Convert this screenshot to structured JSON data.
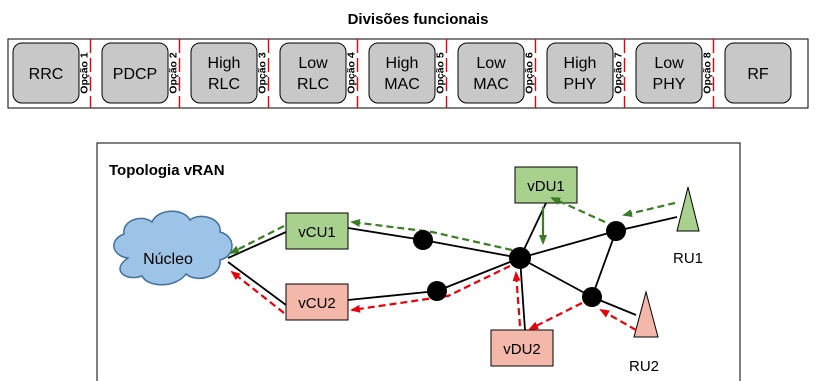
{
  "title": "Divisões funcionais",
  "blocks": [
    {
      "lines": [
        "RRC"
      ]
    },
    {
      "lines": [
        "PDCP"
      ]
    },
    {
      "lines": [
        "High",
        "RLC"
      ]
    },
    {
      "lines": [
        "Low",
        "RLC"
      ]
    },
    {
      "lines": [
        "High",
        "MAC"
      ]
    },
    {
      "lines": [
        "Low",
        "MAC"
      ]
    },
    {
      "lines": [
        "High",
        "PHY"
      ]
    },
    {
      "lines": [
        "Low",
        "PHY"
      ]
    },
    {
      "lines": [
        "RF"
      ]
    }
  ],
  "options": [
    "Opção 1",
    "Opção 2",
    "Opção 3",
    "Opção 4",
    "Opção 5",
    "Opção 6",
    "Opção 7",
    "Opção 8"
  ],
  "topology": {
    "title": "Topologia vRAN",
    "core": "Núcleo",
    "vcu1": "vCU1",
    "vcu2": "vCU2",
    "vdu1": "vDU1",
    "vdu2": "vDU2",
    "ru1": "RU1",
    "ru2": "RU2"
  },
  "colors": {
    "block_fill": "#c8c8c8",
    "option_line": "#e8000b",
    "cloud_fill": "#9dc3e6",
    "vcu1_fill": "#a9d18e",
    "vdu1_fill": "#a9d18e",
    "vcu2_fill": "#f4b8aa",
    "vdu2_fill": "#f4b8aa",
    "ru1_fill": "#a9d18e",
    "ru2_fill": "#f4b8aa",
    "green_arrow": "#3a7d22",
    "red_arrow": "#e8000b"
  }
}
